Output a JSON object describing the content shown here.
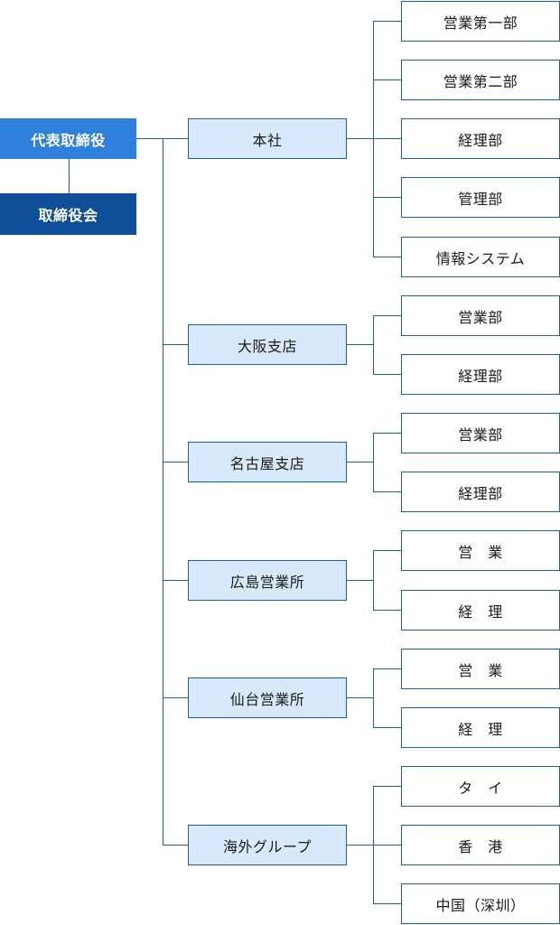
{
  "chart": {
    "ceo": "代表取締役",
    "board": "取締役会",
    "branches": [
      {
        "label": "本社",
        "depts": [
          "営業第一部",
          "営業第二部",
          "経理部",
          "管理部",
          "情報システム"
        ]
      },
      {
        "label": "大阪支店",
        "depts": [
          "営業部",
          "経理部"
        ]
      },
      {
        "label": "名古屋支店",
        "depts": [
          "営業部",
          "経理部"
        ]
      },
      {
        "label": "広島営業所",
        "depts": [
          "営　業",
          "経　理"
        ]
      },
      {
        "label": "仙台営業所",
        "depts": [
          "営　業",
          "経　理"
        ]
      },
      {
        "label": "海外グループ",
        "depts": [
          "タ　イ",
          "香　港",
          "中国（深圳）"
        ]
      }
    ]
  }
}
